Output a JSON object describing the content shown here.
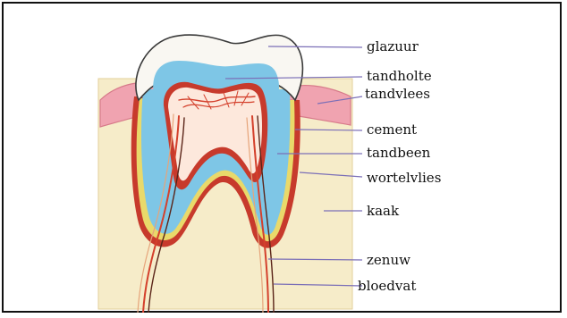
{
  "labels": {
    "glazuur": "glazuur",
    "tandholte": "tandholte",
    "tandvlees": "tandvlees",
    "cement": "cement",
    "tandbeen": "tandbeen",
    "wortelvlies": "wortelvlies",
    "kaak": "kaak",
    "zenuw": "zenuw",
    "bloedvat": "bloedvat"
  },
  "colors": {
    "enamel": "#f9f7f2",
    "dentin": "#7ec6e6",
    "pulp": "#fde8dc",
    "gum": "#f0a3b0",
    "cementum": "#e9d96a",
    "periodontal": "#c73a2c",
    "bone": "#f6ecc9",
    "nerve": "#d4402c",
    "leader": "#7b6fb7"
  }
}
